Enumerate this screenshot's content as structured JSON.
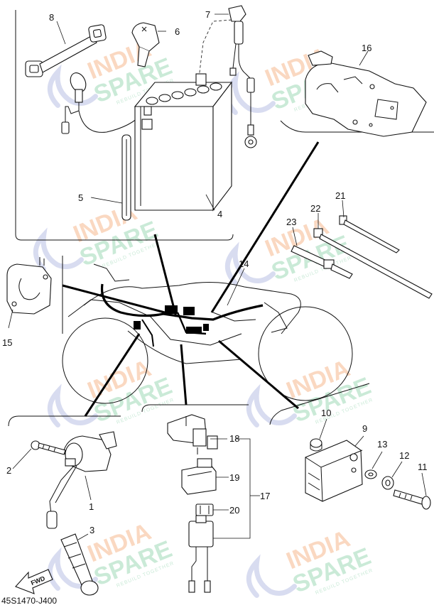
{
  "diagram": {
    "callouts": [
      {
        "id": "c1",
        "label": "1"
      },
      {
        "id": "c2",
        "label": "2"
      },
      {
        "id": "c3",
        "label": "3"
      },
      {
        "id": "c4",
        "label": "4"
      },
      {
        "id": "c5",
        "label": "5"
      },
      {
        "id": "c6",
        "label": "6"
      },
      {
        "id": "c7",
        "label": "7"
      },
      {
        "id": "c8",
        "label": "8"
      },
      {
        "id": "c9",
        "label": "9"
      },
      {
        "id": "c10",
        "label": "10"
      },
      {
        "id": "c11",
        "label": "11"
      },
      {
        "id": "c12",
        "label": "12"
      },
      {
        "id": "c13",
        "label": "13"
      },
      {
        "id": "c14",
        "label": "14"
      },
      {
        "id": "c15",
        "label": "15"
      },
      {
        "id": "c16",
        "label": "16"
      },
      {
        "id": "c17",
        "label": "17"
      },
      {
        "id": "c18",
        "label": "18"
      },
      {
        "id": "c19",
        "label": "19"
      },
      {
        "id": "c20",
        "label": "20"
      },
      {
        "id": "c21",
        "label": "21"
      },
      {
        "id": "c22",
        "label": "22"
      },
      {
        "id": "c23",
        "label": "23"
      }
    ],
    "drawing_code": "45S1470-J400",
    "fwd_label": "FWD"
  },
  "watermark": {
    "line1": "INDIA",
    "line2": "SPARE",
    "tagline": "REBUILD TOGETHER",
    "colors": {
      "orange": "#f6b98e",
      "green": "#9fd9b7",
      "blue": "#b9bfe3"
    }
  }
}
